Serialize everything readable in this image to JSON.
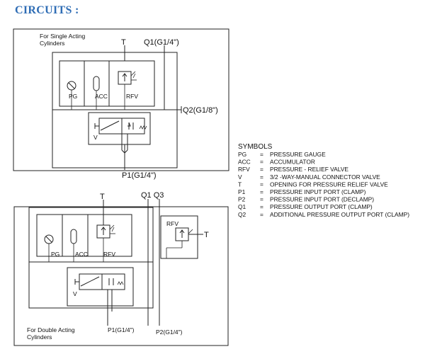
{
  "page": {
    "title": "CIRCUITS :"
  },
  "single": {
    "caption_line1": "For Single Acting",
    "caption_line2": "Cylinders",
    "T": "T",
    "Q1": "Q1(G1/4\")",
    "Q2": "Q2(G1/8\")",
    "P1": "P1(G1/4\")",
    "PG": "PG",
    "ACC": "ACC",
    "RFV": "RFV",
    "V": "V"
  },
  "double": {
    "caption_line1": "For Double Acting",
    "caption_line2": "Cylinders",
    "T": "T",
    "Q1Q3": "Q1 Q3",
    "T_right": "T",
    "P1": "P1(G1/4\")",
    "P2": "P2(G1/4\")",
    "PG": "PG",
    "ACC": "ACC",
    "RFV": "RFV",
    "RFV2": "RFV",
    "V": "V"
  },
  "symbols": {
    "heading": "SYMBOLS",
    "items": [
      {
        "code": "PG",
        "eq": "=",
        "desc": "PRESSURE GAUGE"
      },
      {
        "code": "ACC",
        "eq": "=",
        "desc": "ACCUMULATOR"
      },
      {
        "code": "RFV",
        "eq": "=",
        "desc": "PRESSURE - RELIEF VALVE"
      },
      {
        "code": "V",
        "eq": "=",
        "desc": "3/2 -WAY-MANUAL CONNECTOR VALVE"
      },
      {
        "code": "T",
        "eq": "=",
        "desc": "OPENING FOR PRESSURE RELIEF VALVE"
      },
      {
        "code": "P1",
        "eq": "=",
        "desc": "PRESSURE INPUT PORT (CLAMP)"
      },
      {
        "code": "P2",
        "eq": "=",
        "desc": "PRESSURE INPUT PORT (DECLAMP)"
      },
      {
        "code": "Q1",
        "eq": "=",
        "desc": "PRESSURE OUTPUT PORT (CLAMP)"
      },
      {
        "code": "Q2",
        "eq": "=",
        "desc": "ADDITIONAL PRESSURE OUTPUT PORT (CLAMP)"
      }
    ]
  }
}
